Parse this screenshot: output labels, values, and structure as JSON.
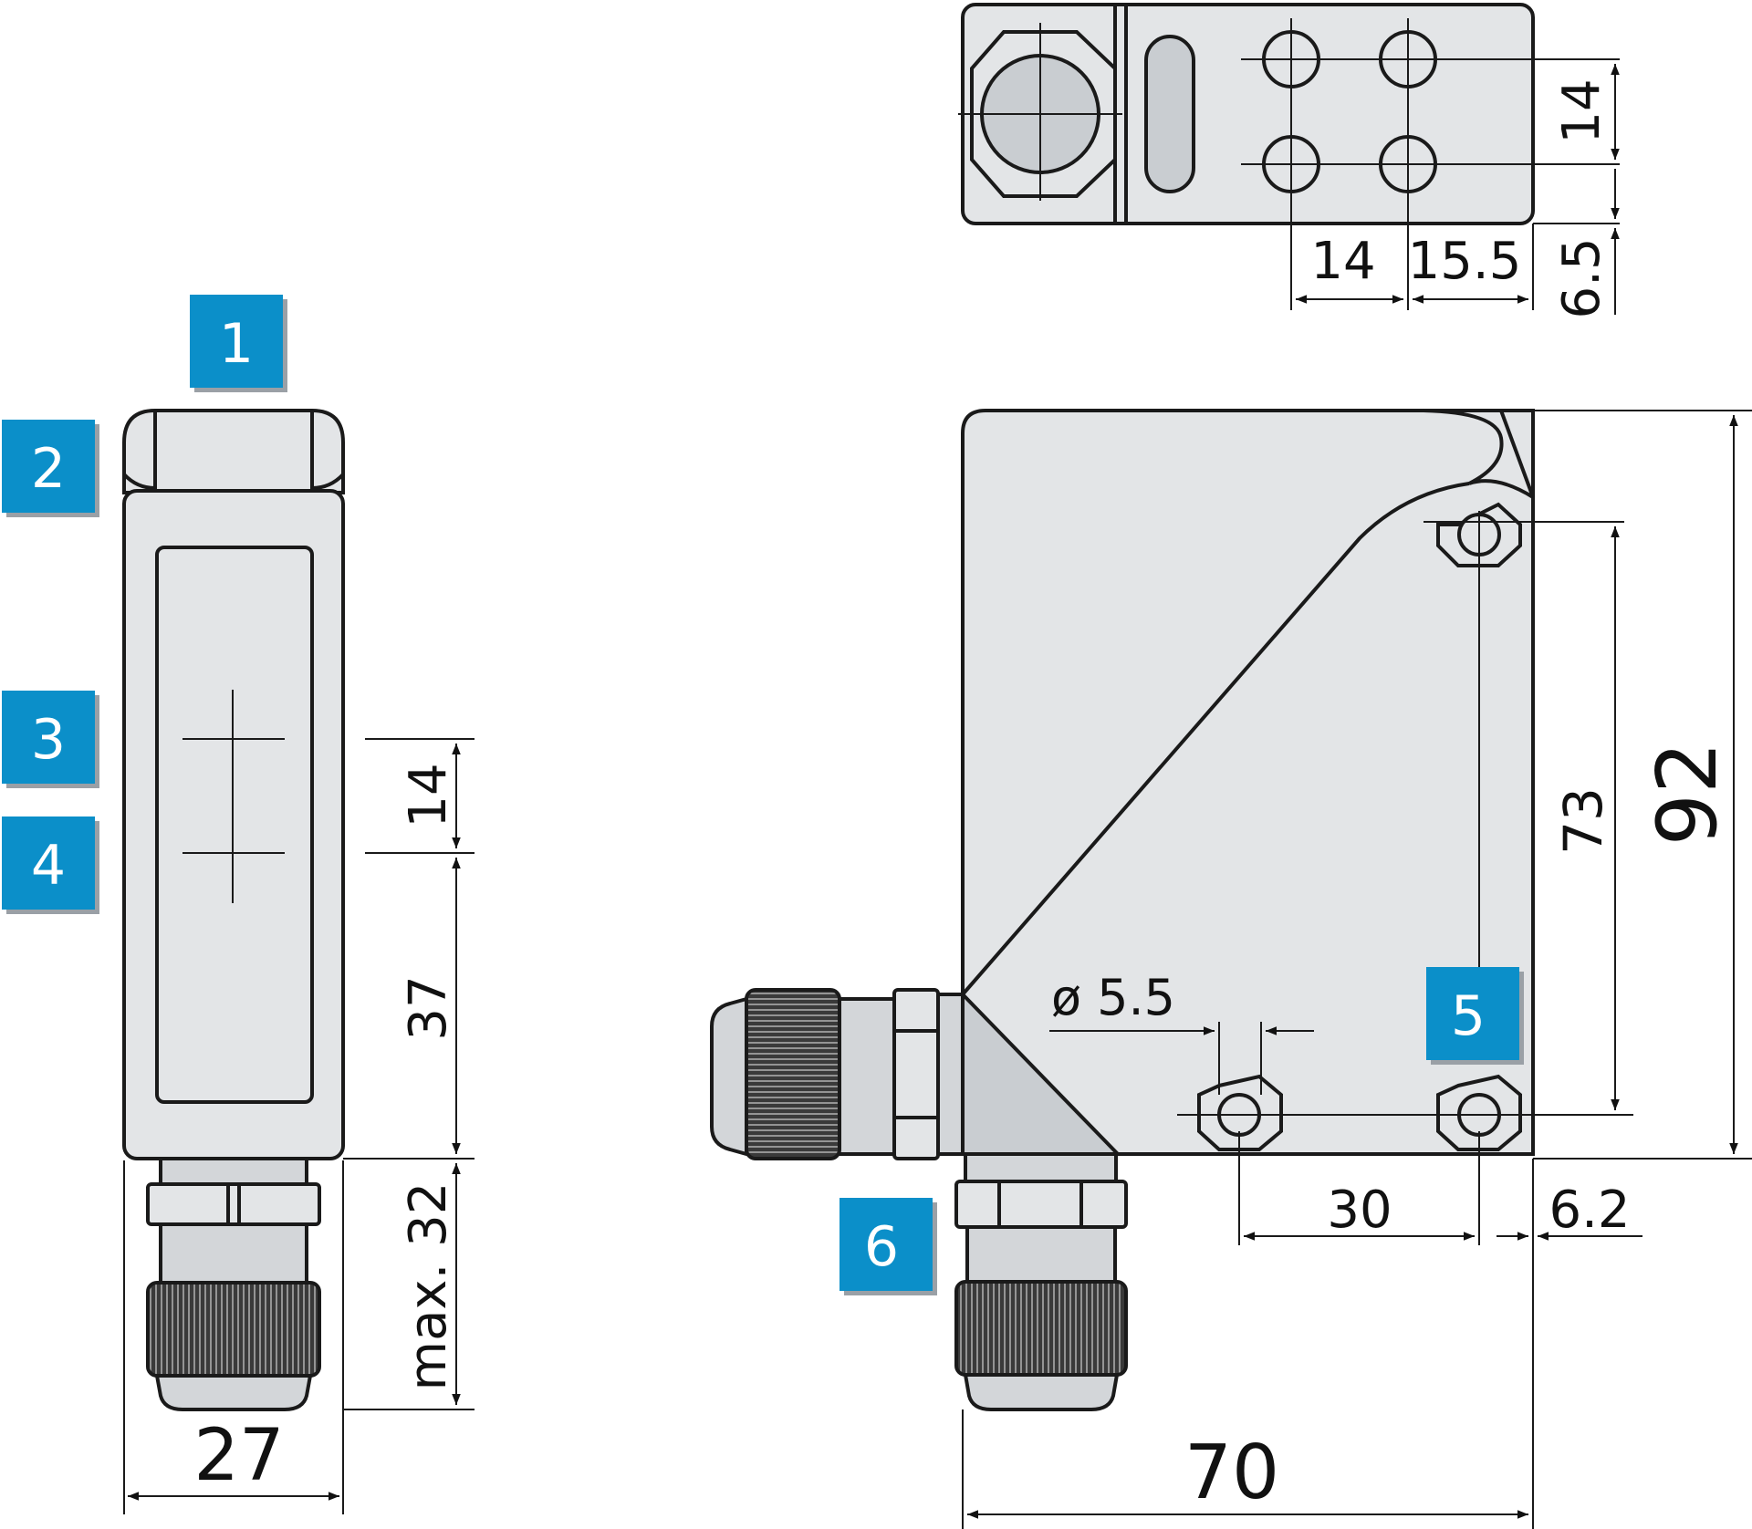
{
  "colors": {
    "badge_fill": "#0b8fc9",
    "badge_shadow": "#9aa0a6",
    "housing_fill": "#e3e5e7",
    "housing_dark": "#c9cdd1",
    "outline": "#1a1a1a"
  },
  "badges": {
    "b1": "1",
    "b2": "2",
    "b3": "3",
    "b4": "4",
    "b5": "5",
    "b6": "6"
  },
  "dimensions": {
    "side_width": "27",
    "side_14": "14",
    "side_37": "37",
    "side_max32": "max. 32",
    "front_width": "70",
    "front_height": "92",
    "front_hole_pitch_v": "73",
    "front_hole_pitch_h": "30",
    "front_offset": "6.2",
    "front_hole_dia": "ø 5.5",
    "top_14_h": "14",
    "top_155": "15.5",
    "top_14_v": "14",
    "top_65": "6.5"
  }
}
